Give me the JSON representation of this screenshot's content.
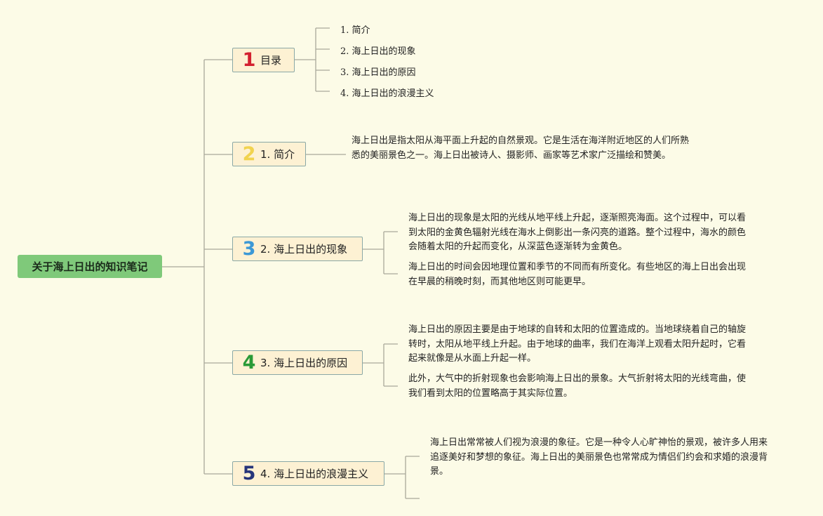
{
  "colors": {
    "background": "#fcfbe7",
    "root_fill": "#7fc97a",
    "branch_fill": "#fdf1d3",
    "branch_border": "#8aa8a6",
    "connector": "#a8a89a"
  },
  "root": {
    "label": "关于海上日出的知识笔记"
  },
  "branches": [
    {
      "number": "1",
      "number_color": "#d3202f",
      "label": "目录",
      "items": [
        "1. 简介",
        "2. 海上日出的现象",
        "3. 海上日出的原因",
        "4. 海上日出的浪漫主义"
      ]
    },
    {
      "number": "2",
      "number_color": "#f1d34f",
      "label": "1. 简介",
      "paragraphs": [
        "海上日出是指太阳从海平面上升起的自然景观。它是生活在海洋附近地区的人们所熟悉的美丽景色之一。海上日出被诗人、摄影师、画家等艺术家广泛描绘和赞美。"
      ]
    },
    {
      "number": "3",
      "number_color": "#3c98d6",
      "label": "2. 海上日出的现象",
      "paragraphs": [
        "海上日出的现象是太阳的光线从地平线上升起，逐渐照亮海面。这个过程中，可以看到太阳的金黄色辐射光线在海水上倒影出一条闪亮的道路。整个过程中，海水的颜色会随着太阳的升起而变化，从深蓝色逐渐转为金黄色。",
        "海上日出的时间会因地理位置和季节的不同而有所变化。有些地区的海上日出会出现在早晨的稍晚时刻，而其他地区则可能更早。"
      ]
    },
    {
      "number": "4",
      "number_color": "#2a9a37",
      "label": "3. 海上日出的原因",
      "paragraphs": [
        "海上日出的原因主要是由于地球的自转和太阳的位置造成的。当地球绕着自己的轴旋转时，太阳从地平线上升起。由于地球的曲率，我们在海洋上观看太阳升起时，它看起来就像是从水面上升起一样。",
        "此外，大气中的折射现象也会影响海上日出的景象。大气折射将太阳的光线弯曲，使我们看到太阳的位置略高于其实际位置。"
      ]
    },
    {
      "number": "5",
      "number_color": "#26347a",
      "label": "4. 海上日出的浪漫主义",
      "paragraphs": [
        "海上日出常常被人们视为浪漫的象征。它是一种令人心旷神怡的景观，被许多人用来追逐美好和梦想的象征。海上日出的美丽景色也常常成为情侣们约会和求婚的浪漫背景。"
      ]
    }
  ]
}
